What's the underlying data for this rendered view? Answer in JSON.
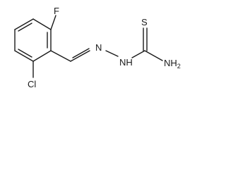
{
  "molecule": {
    "atoms": {
      "fluorine": "F",
      "chlorine": "Cl",
      "imine_nitrogen": "N",
      "hydrazine_nh": "NH",
      "thione_sulfur": "S",
      "amine": "NH2"
    },
    "labels": {
      "nh2_main": "NH",
      "nh2_sub": "2"
    }
  }
}
